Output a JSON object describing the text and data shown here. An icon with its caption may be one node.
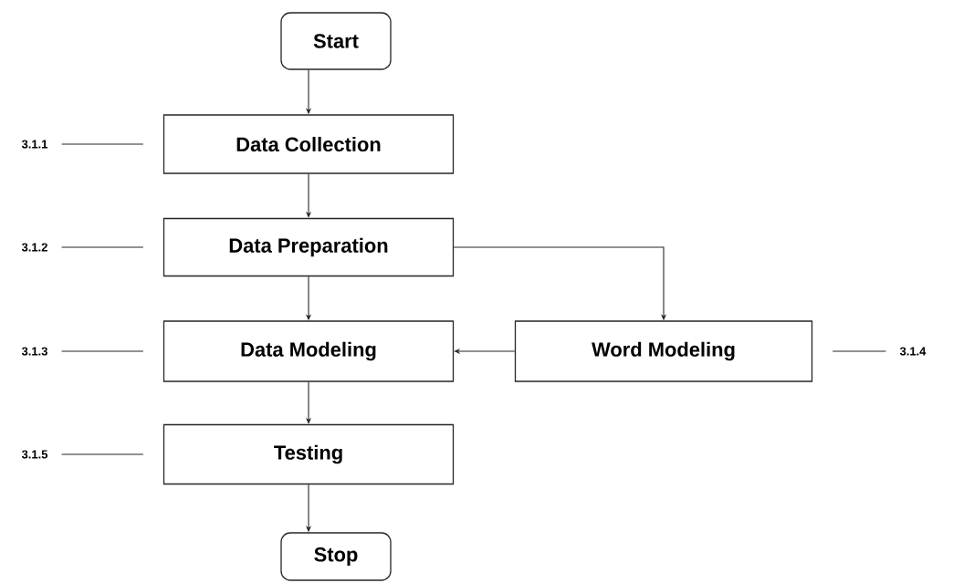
{
  "diagram": {
    "nodes": [
      {
        "text": [
          "Start"
        ]
      },
      {
        "text": [
          "Data Collection"
        ]
      },
      {
        "text": [
          "Data Preparation"
        ]
      },
      {
        "text": [
          "Data Modeling"
        ]
      },
      {
        "text": [
          "Word Modeling"
        ]
      },
      {
        "text": [
          "Testing"
        ]
      },
      {
        "text": [
          "Stop"
        ]
      },
      {
        "text": [
          "3.1.1"
        ]
      },
      {
        "text": [
          "3.1.2"
        ]
      },
      {
        "text": [
          "3.1.3"
        ]
      },
      {
        "text": [
          "3.1.4"
        ]
      },
      {
        "text": [
          "3.1.5"
        ]
      }
    ],
    "edges": [
      {
        "from": 0,
        "to": 1,
        "arrow": "to"
      },
      {
        "from": 1,
        "to": 2,
        "arrow": "to"
      },
      {
        "from": 2,
        "to": 3,
        "arrow": "to"
      },
      {
        "from": 2,
        "to": 4,
        "arrow": "to"
      },
      {
        "from": 4,
        "to": 3,
        "arrow": "to"
      },
      {
        "from": 3,
        "to": 5,
        "arrow": "to"
      },
      {
        "from": 5,
        "to": 6,
        "arrow": "to"
      },
      {
        "from": 7,
        "to": 1,
        "arrow": "none"
      },
      {
        "from": 8,
        "to": 2,
        "arrow": "none"
      },
      {
        "from": 9,
        "to": 3,
        "arrow": "none"
      },
      {
        "from": 10,
        "to": 4,
        "arrow": "none"
      },
      {
        "from": 11,
        "to": 5,
        "arrow": "none"
      }
    ]
  }
}
